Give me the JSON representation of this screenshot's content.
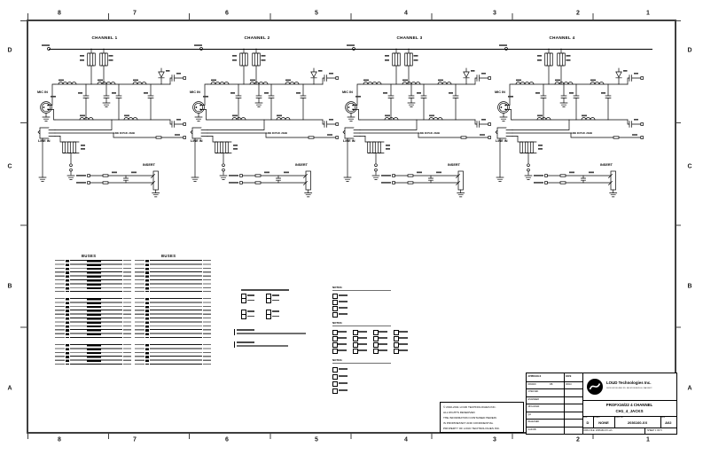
{
  "sheet": {
    "zones_top": [
      "8",
      "7",
      "6",
      "5",
      "4",
      "3",
      "2",
      "1"
    ],
    "zones_bottom": [
      "8",
      "7",
      "6",
      "5",
      "4",
      "3",
      "2",
      "1"
    ],
    "zones_left": [
      "D",
      "C",
      "B",
      "A"
    ],
    "zones_right": [
      "D",
      "C",
      "B",
      "A"
    ]
  },
  "channels": [
    {
      "label": "CHANNEL 1"
    },
    {
      "label": "CHANNEL 2"
    },
    {
      "label": "CHANNEL 3"
    },
    {
      "label": "CHANNEL 4"
    }
  ],
  "channel_labels": {
    "mic_in": "MIC IN",
    "line_in": "LINE IN",
    "insert": "INSERT",
    "line_pad": "LINE IN PAD -20dB"
  },
  "buses": {
    "groups": [
      {
        "label": "BUSES"
      },
      {
        "label": "BUSES"
      }
    ]
  },
  "notes": {
    "right_blocks": [
      {
        "title": "NOTES:"
      },
      {
        "title": "NOTES:"
      },
      {
        "title": "NOTES:"
      }
    ]
  },
  "title_block": {
    "approvals": {
      "header_left": "APPROVALS",
      "header_right": "DATE",
      "rows": [
        {
          "label": "DRAWN",
          "by": "DB",
          "date": "9/9/10"
        },
        {
          "label": "CHECKED",
          "by": "",
          "date": ""
        },
        {
          "label": "ENGINEER",
          "by": "",
          "date": ""
        },
        {
          "label": "MFG ENGR",
          "by": "",
          "date": ""
        },
        {
          "label": "QA",
          "by": "",
          "date": ""
        },
        {
          "label": "RELEASED",
          "by": "",
          "date": ""
        },
        {
          "label": "CAD DB",
          "by": "",
          "date": ""
        }
      ]
    },
    "company": "LOUD Technologies Inc.",
    "address": "16220 WOOD-RED RD. NE  WOODINVILLE, WA 98072",
    "title_line1": "PROFX16/22 4 CHANNEL",
    "title_line2": "CH1_4_JACKS",
    "size_label": "SIZE",
    "size": "D",
    "scale_label": "SCALE",
    "scale": "NONE",
    "dwg_no_label": "DWG. NO.",
    "dwg_no": "2036160-XX",
    "rev_label": "REV",
    "rev": "A02",
    "dwg_file_label": "DWG FILE:",
    "dwg_file": "2036160-XX.sch",
    "sheet_label": "SHEET",
    "sheet": "1 OF 5"
  },
  "copyright": {
    "lines": [
      "© 2010-2011   LOUD TECHNOLOGIES INC.",
      "ALL RIGHTS RESERVED",
      "THE INFORMATION CONTAINED HEREIN",
      "IS PROPRIETARY AND CONFIDENTIAL",
      "PROPERTY OF LOUD TECHNOLOGIES INC."
    ]
  }
}
